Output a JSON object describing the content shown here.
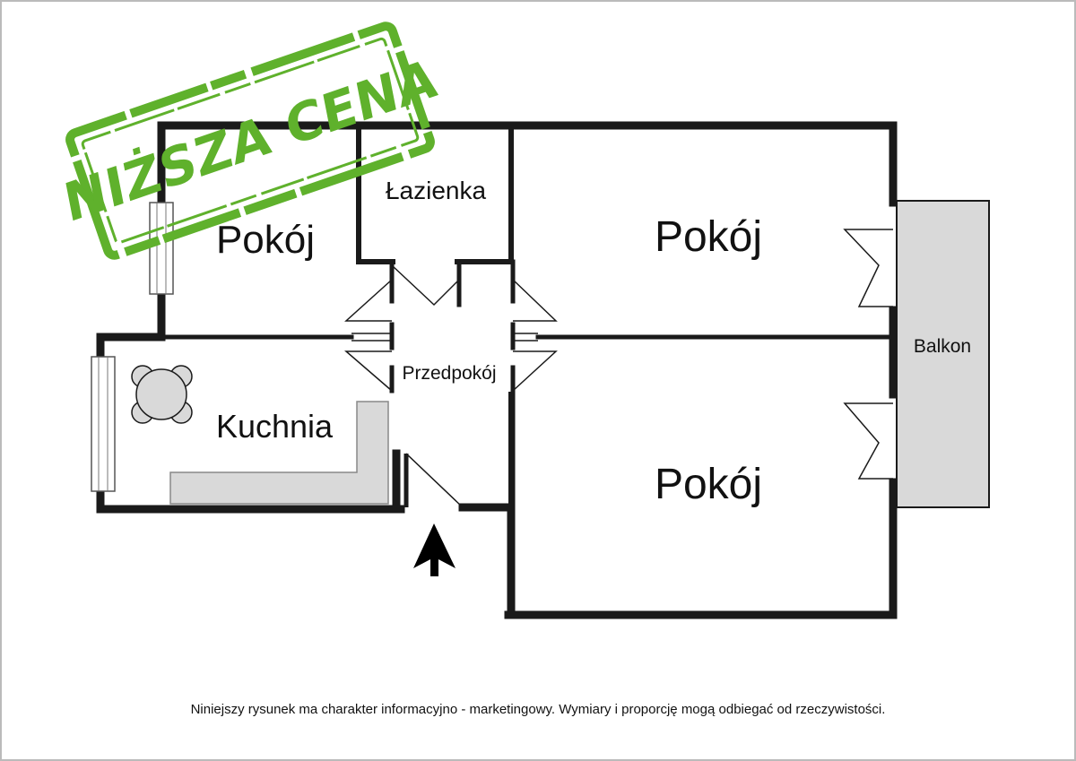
{
  "rooms": {
    "pokoj_top_left": "Pokój",
    "lazienka": "Łazienka",
    "pokoj_top_right": "Pokój",
    "balkon": "Balkon",
    "przedpokoj": "Przedpokój",
    "kuchnia": "Kuchnia",
    "pokoj_bottom_right": "Pokój"
  },
  "stamp": {
    "text": "NIŻSZA CENA",
    "color": "#5fb12c"
  },
  "footer": {
    "note": "Niniejszy rysunek ma charakter informacyjno - marketingowy. Wymiary i proporcję mogą odbiegać od rzeczywistości."
  },
  "icons": {
    "entrance": "arrow-up-icon",
    "dining_table": "table-chairs-icon"
  },
  "colors": {
    "wall": "#1a1a1a",
    "fill_gray": "#d9d9d9",
    "frame": "#bbbbbb"
  }
}
